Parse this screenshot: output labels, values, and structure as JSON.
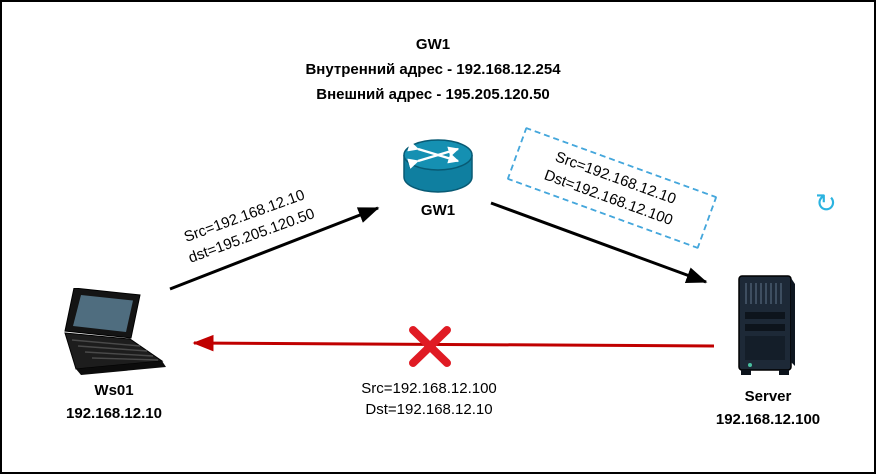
{
  "header": {
    "title": "GW1",
    "internal_address": "Внутренний адрес - 192.168.12.254",
    "external_address": "Внешний адрес - 195.205.120.50"
  },
  "nodes": {
    "router": {
      "label": "GW1"
    },
    "workstation": {
      "name": "Ws01",
      "ip": "192.168.12.10"
    },
    "server": {
      "name": "Server",
      "ip": "192.168.12.100"
    }
  },
  "flows": {
    "ws_to_gw": {
      "src": "Src=192.168.12.10",
      "dst": "dst=195.205.120.50"
    },
    "gw_to_server": {
      "src": "Src=192.168.12.10",
      "dst": "Dst=192.168.12.100"
    },
    "server_to_ws": {
      "src": "Src=192.168.12.100",
      "dst": "Dst=192.168.12.10"
    }
  },
  "icons": {
    "rotate": "↻"
  },
  "colors": {
    "router_teal": "#0f7fa0",
    "router_teal_top": "#1590b2",
    "arrow_black": "#000000",
    "arrow_red": "#c00000",
    "blocked_x_red": "#e01b24",
    "dashed_box_blue": "#45a7dc",
    "rotate_cyan": "#2bb3e0"
  }
}
